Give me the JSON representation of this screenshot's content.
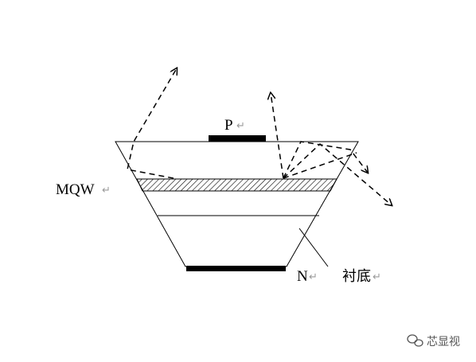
{
  "labels": {
    "p_contact": "P",
    "mqw": "MQW",
    "n_contact": "N",
    "substrate": "衬底",
    "return_mark": "↵"
  },
  "watermark": {
    "text": "芯显视",
    "icon": "wechat-icon"
  },
  "colors": {
    "stroke": "#000000",
    "return_mark": "#9a9a9a",
    "watermark": "#555555"
  }
}
